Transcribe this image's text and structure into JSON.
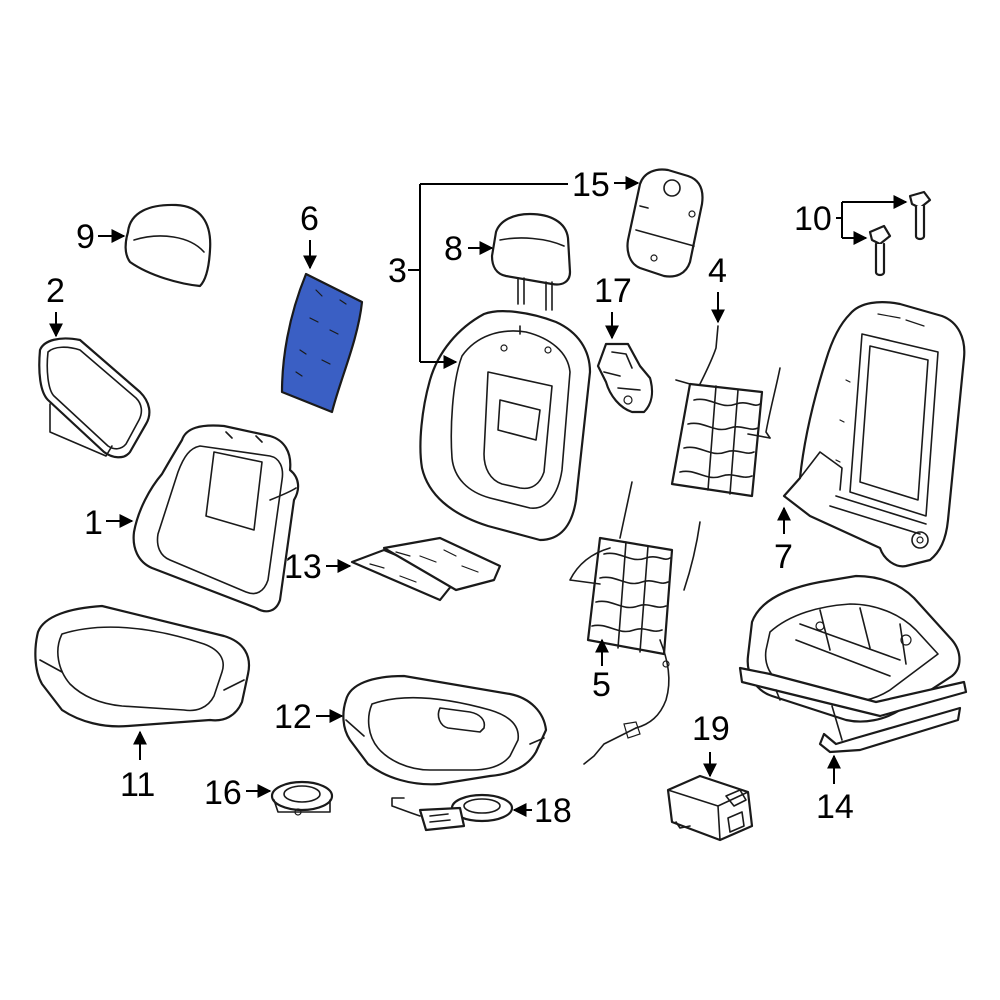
{
  "highlight_color": "#3a5fc4",
  "highlighted_part": "6",
  "callouts": {
    "c1": "1",
    "c2": "2",
    "c3": "3",
    "c4": "4",
    "c5": "5",
    "c6": "6",
    "c7": "7",
    "c8": "8",
    "c9": "9",
    "c10": "10",
    "c11": "11",
    "c12": "12",
    "c13": "13",
    "c14": "14",
    "c15": "15",
    "c16": "16",
    "c17": "17",
    "c18": "18",
    "c19": "19"
  },
  "icons": {
    "leader_arrow": "arrow-head"
  }
}
